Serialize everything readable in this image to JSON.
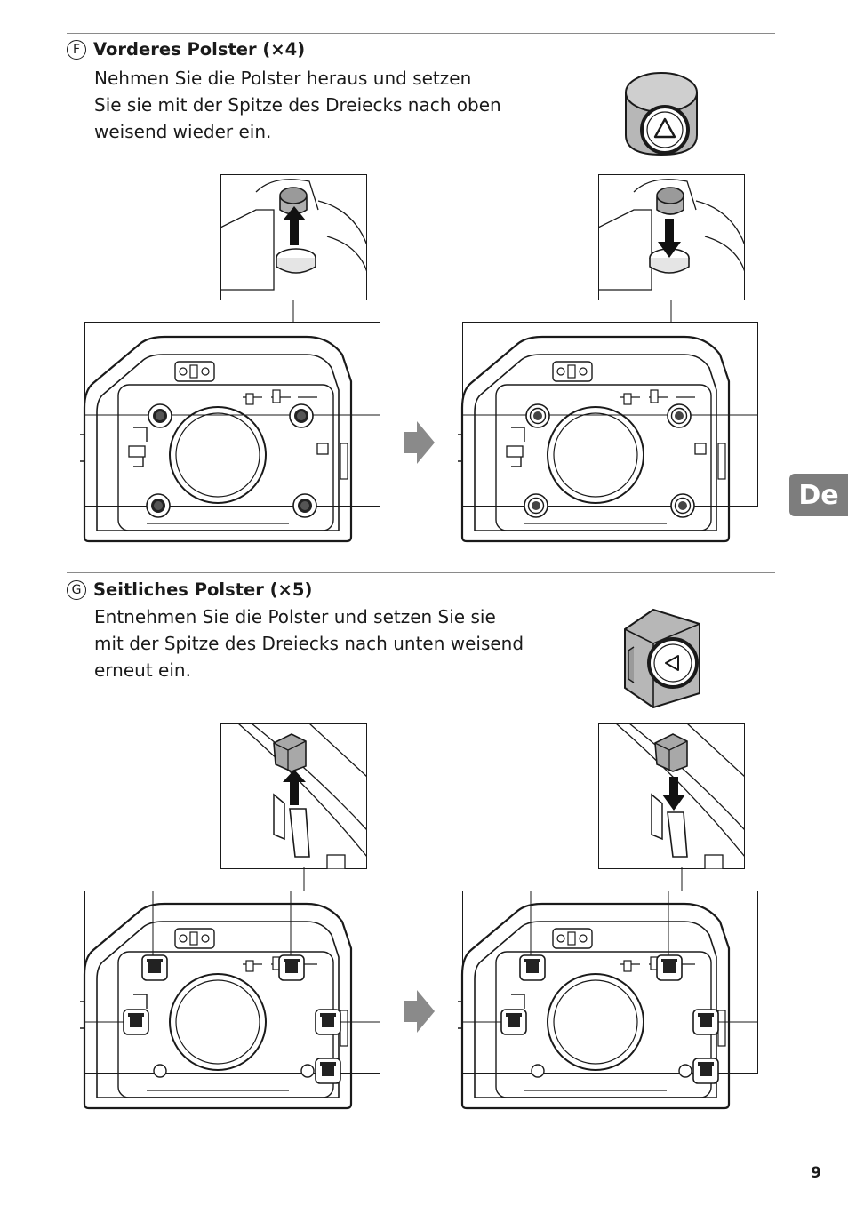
{
  "section_f": {
    "marker": "F",
    "title": "Vorderes Polster (×4)",
    "lines": [
      "Nehmen Sie die Polster heraus und setzen",
      "Sie sie mit der Spitze des Dreiecks nach oben",
      "weisend wieder ein."
    ]
  },
  "section_g": {
    "marker": "G",
    "title": "Seitliches Polster (×5)",
    "lines": [
      "Entnehmen Sie die Polster und setzen Sie sie",
      "mit der Spitze des Dreiecks nach unten weisend",
      "erneut ein."
    ]
  },
  "side_tab": {
    "label": "De",
    "color": "#7d7d7d"
  },
  "page_number": "9",
  "icons": {
    "front_pad": "front-pad-triangle-up-icon",
    "side_pad": "side-pad-triangle-down-icon",
    "arrow": "right-arrow-icon"
  }
}
